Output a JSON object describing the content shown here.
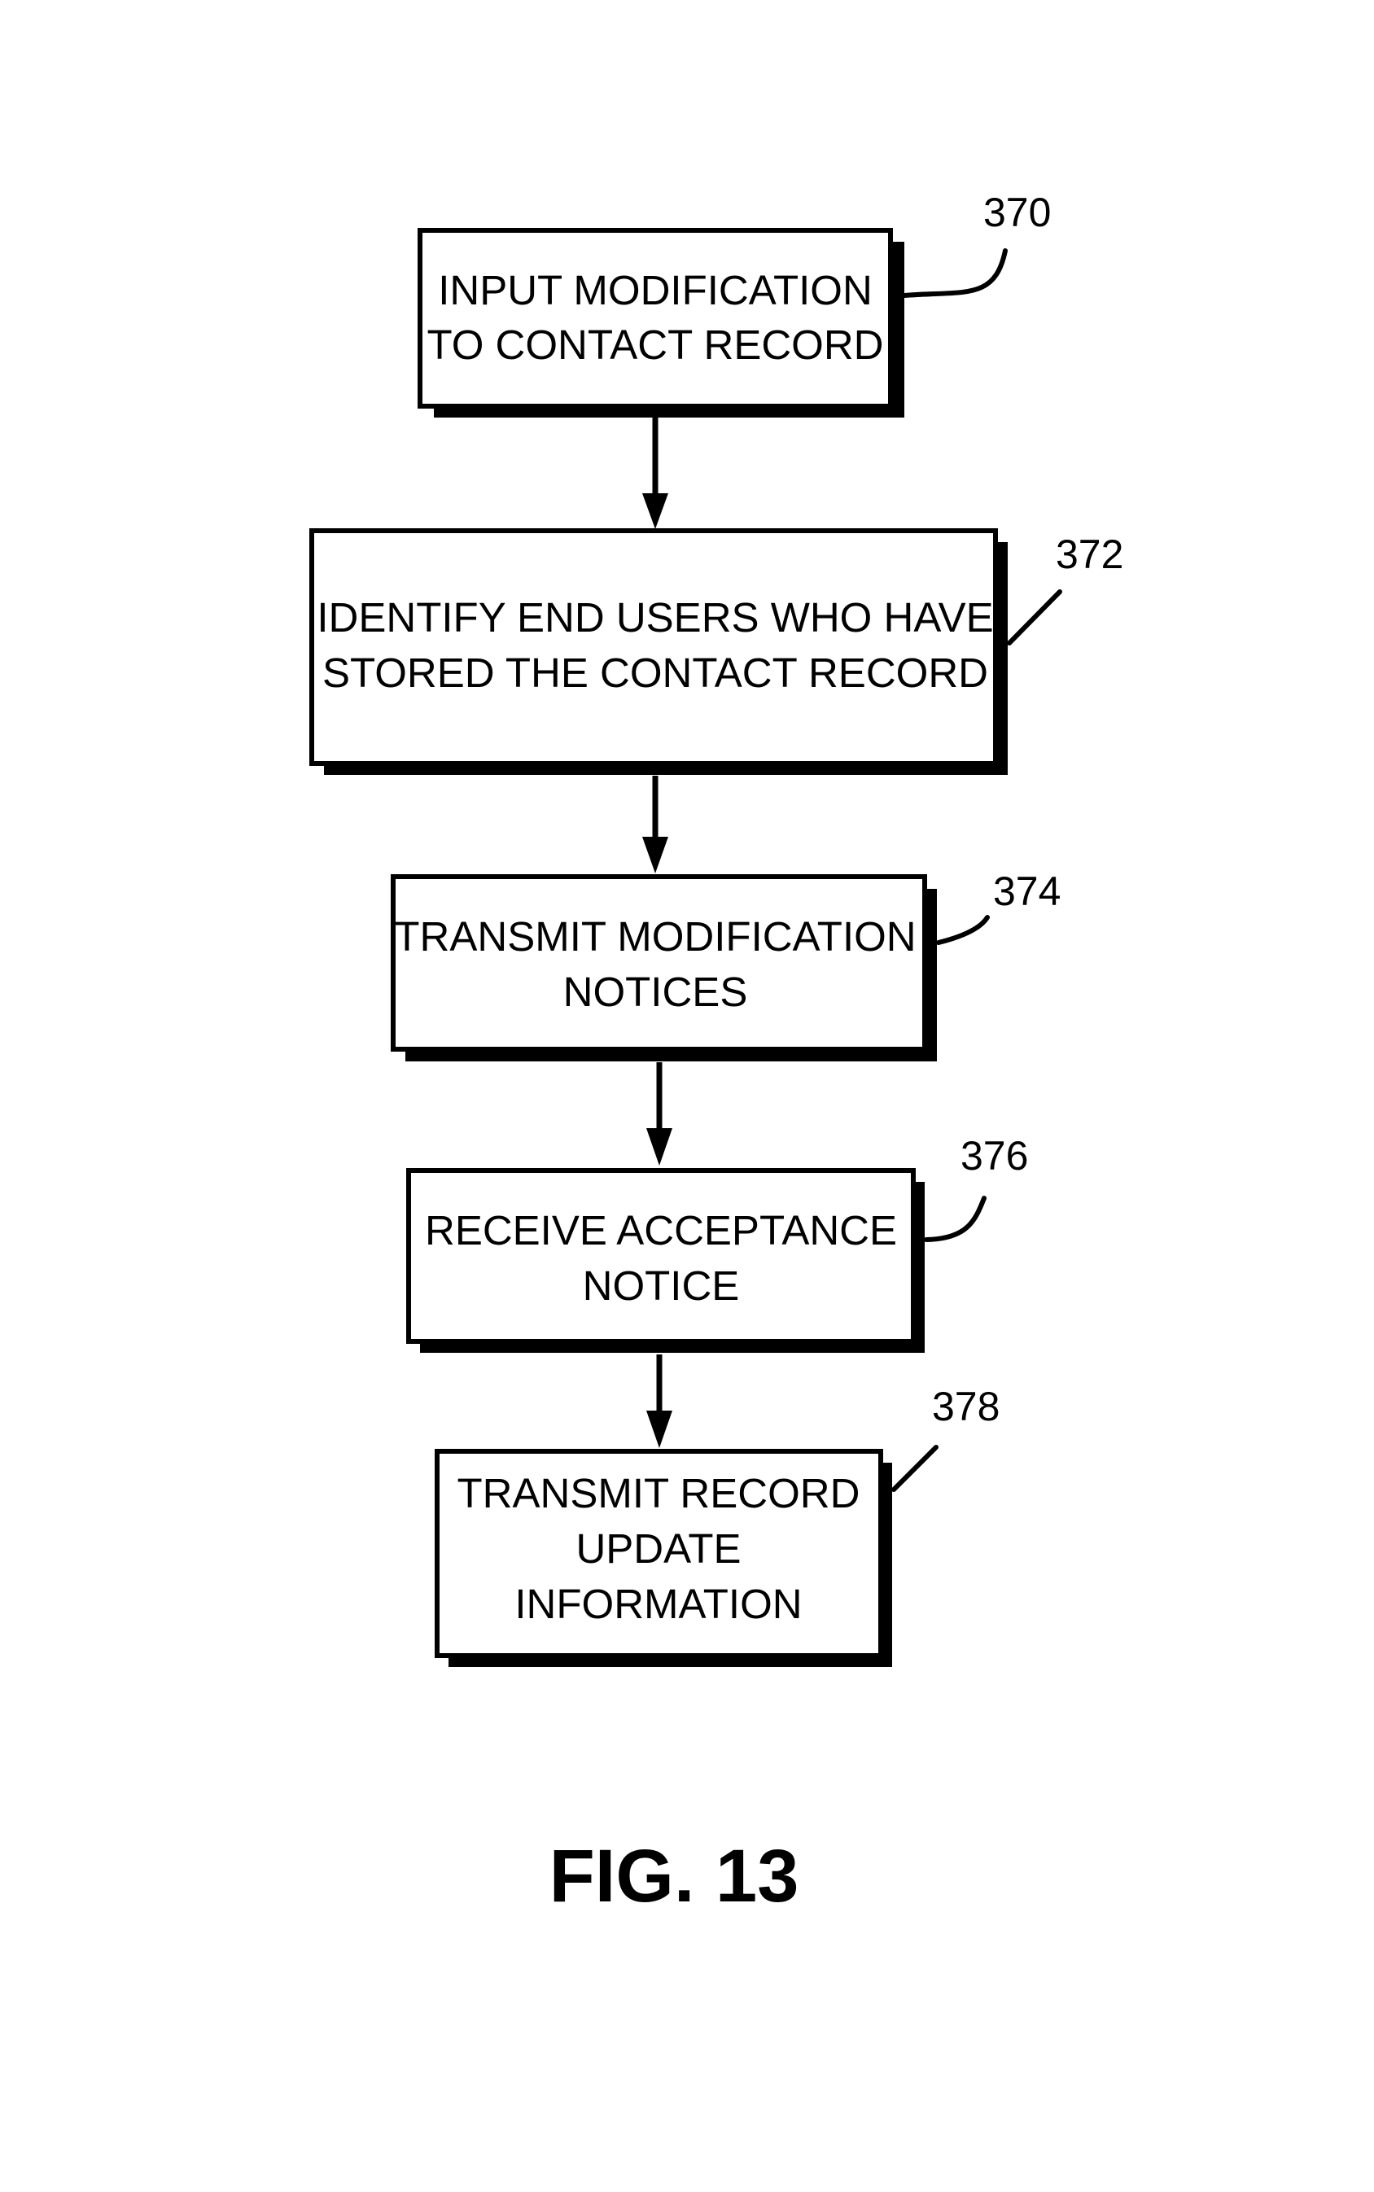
{
  "figure_label": "FIG. 13",
  "steps": [
    {
      "ref": "370",
      "lines": [
        "INPUT MODIFICATION",
        "TO CONTACT RECORD"
      ]
    },
    {
      "ref": "372",
      "lines": [
        "IDENTIFY END USERS WHO HAVE",
        "STORED THE CONTACT RECORD"
      ]
    },
    {
      "ref": "374",
      "lines": [
        "TRANSMIT MODIFICATION",
        "NOTICES"
      ]
    },
    {
      "ref": "376",
      "lines": [
        "RECEIVE ACCEPTANCE",
        "NOTICE"
      ]
    },
    {
      "ref": "378",
      "lines": [
        "TRANSMIT RECORD",
        "UPDATE",
        "INFORMATION"
      ]
    }
  ]
}
